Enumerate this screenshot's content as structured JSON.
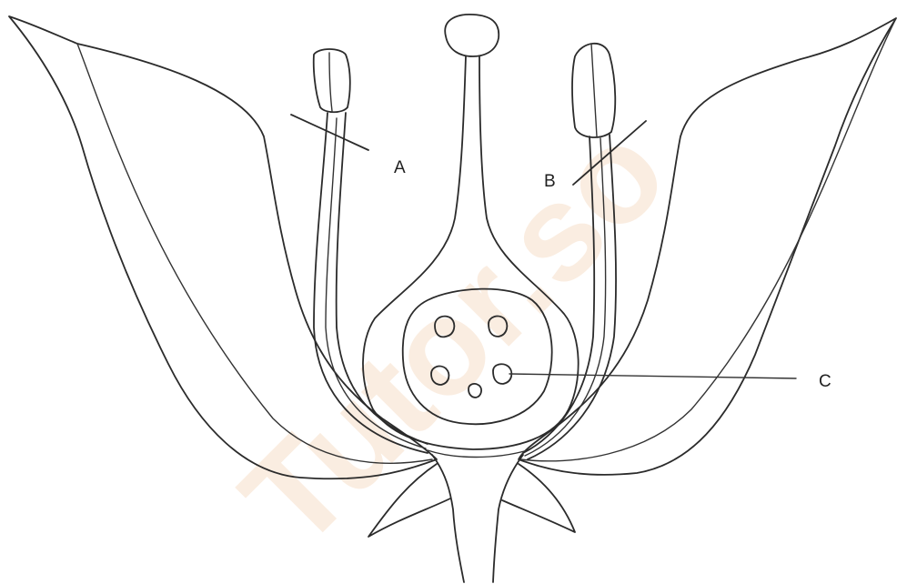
{
  "labels": {
    "a": "A",
    "b": "B",
    "c": "C"
  },
  "watermark_text": "Tutor.so",
  "colors": {
    "ink": "#2b2b2b",
    "watermark": "#e07a1f"
  }
}
